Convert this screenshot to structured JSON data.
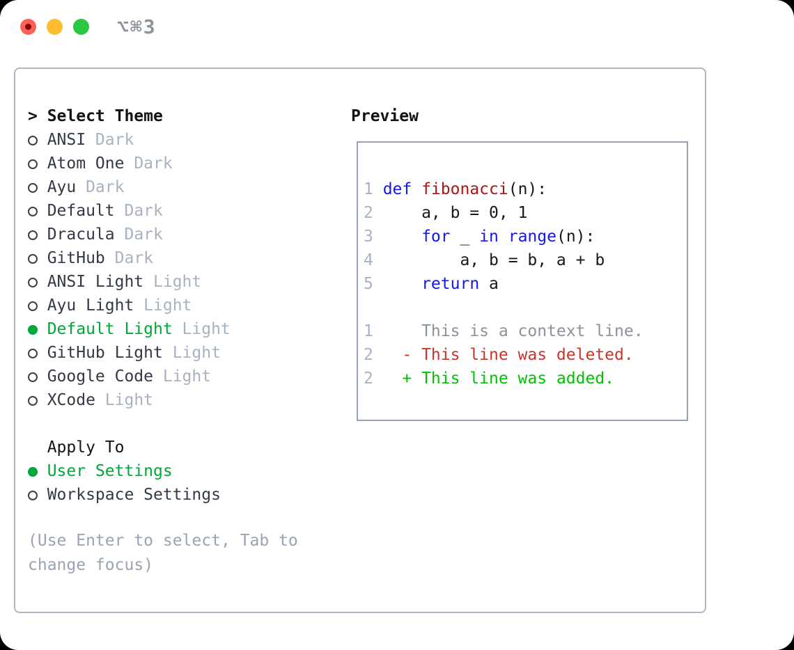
{
  "window": {
    "shortcut_label": "⌥⌘3",
    "traffic_lights": [
      "close",
      "minimize",
      "zoom"
    ]
  },
  "theme_list": {
    "cursor": ">",
    "title": "Select Theme",
    "items": [
      {
        "name": "ANSI",
        "tag": "Dark",
        "selected": false
      },
      {
        "name": "Atom One",
        "tag": "Dark",
        "selected": false
      },
      {
        "name": "Ayu",
        "tag": "Dark",
        "selected": false
      },
      {
        "name": "Default",
        "tag": "Dark",
        "selected": false
      },
      {
        "name": "Dracula",
        "tag": "Dark",
        "selected": false
      },
      {
        "name": "GitHub",
        "tag": "Dark",
        "selected": false
      },
      {
        "name": "ANSI Light",
        "tag": "Light",
        "selected": false
      },
      {
        "name": "Ayu Light",
        "tag": "Light",
        "selected": false
      },
      {
        "name": "Default Light",
        "tag": "Light",
        "selected": true
      },
      {
        "name": "GitHub Light",
        "tag": "Light",
        "selected": false
      },
      {
        "name": "Google Code",
        "tag": "Light",
        "selected": false
      },
      {
        "name": "XCode",
        "tag": "Light",
        "selected": false
      }
    ]
  },
  "apply_to": {
    "title": "Apply To",
    "options": [
      {
        "label": "User Settings",
        "selected": true
      },
      {
        "label": "Workspace Settings",
        "selected": false
      }
    ]
  },
  "hint": "(Use Enter to select, Tab to change focus)",
  "preview": {
    "title": "Preview",
    "code_lines": [
      {
        "num": "1",
        "segments": [
          {
            "t": "def",
            "s": "kw"
          },
          {
            "t": " ",
            "s": "pl"
          },
          {
            "t": "fibonacci",
            "s": "fn"
          },
          {
            "t": "(n):",
            "s": "pl"
          }
        ]
      },
      {
        "num": "2",
        "segments": [
          {
            "t": "    a, b = 0, 1",
            "s": "pl"
          }
        ]
      },
      {
        "num": "3",
        "segments": [
          {
            "t": "    ",
            "s": "pl"
          },
          {
            "t": "for",
            "s": "kw"
          },
          {
            "t": " _ ",
            "s": "pl"
          },
          {
            "t": "in",
            "s": "kw"
          },
          {
            "t": " ",
            "s": "pl"
          },
          {
            "t": "range",
            "s": "kw"
          },
          {
            "t": "(n):",
            "s": "pl"
          }
        ]
      },
      {
        "num": "4",
        "segments": [
          {
            "t": "        a, b = b, a + b",
            "s": "pl"
          }
        ]
      },
      {
        "num": "5",
        "segments": [
          {
            "t": "    ",
            "s": "pl"
          },
          {
            "t": "return",
            "s": "kw"
          },
          {
            "t": " a",
            "s": "pl"
          }
        ]
      }
    ],
    "diff_lines": [
      {
        "num": "1",
        "segments": [
          {
            "t": "    This is a context line.",
            "s": "ctx"
          }
        ]
      },
      {
        "num": "2",
        "segments": [
          {
            "t": "  - This line was deleted.",
            "s": "del"
          }
        ]
      },
      {
        "num": "2",
        "segments": [
          {
            "t": "  + This line was added.",
            "s": "add"
          }
        ]
      }
    ]
  },
  "colors": {
    "window_bg": "#ffffff",
    "panel_border": "#aeb6c2",
    "preview_border": "#98a2b0",
    "header_black": "#111417",
    "text_dark": "#333947",
    "muted_gray": "#a9b2c0",
    "hint_gray": "#9aa3b1",
    "accent_green": "#00a839",
    "keyword_blue": "#1414ff",
    "function_red": "#b01414",
    "code_plain": "#16181d",
    "context_gray": "#8c929c",
    "diff_del_red": "#cb342a",
    "diff_add_green": "#00c300",
    "shortcut_gray": "#8e939b",
    "traffic_red": "#ff5f57",
    "traffic_red_dot": "#7e0b06",
    "traffic_yellow": "#febc2e",
    "traffic_green": "#28c840"
  }
}
